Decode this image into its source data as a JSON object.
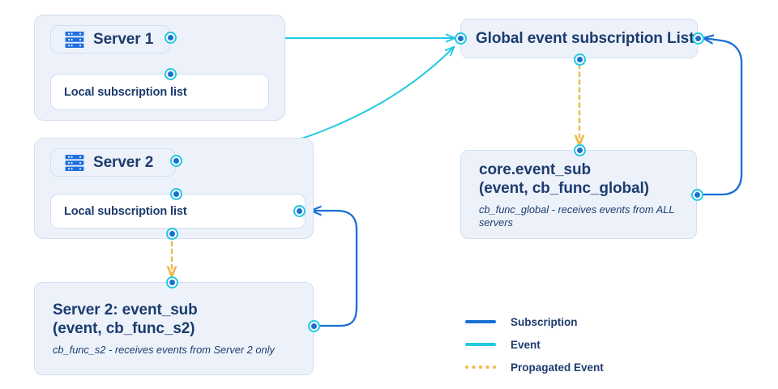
{
  "diagram": {
    "title": "Event subscription propagation diagram",
    "colors": {
      "subscription": "#1A6FD4",
      "event": "#22C9E0",
      "propagated_event": "#F0B94B",
      "panel_fill": "#EDF2FA",
      "panel_border": "#D3DFF0",
      "text": "#1D3C6E",
      "icon_blue": "#1F6FE0",
      "canvas": "#FFFFFF"
    }
  },
  "groups": [
    {
      "id": "server1-group",
      "name": "server-1-group"
    },
    {
      "id": "server2-group",
      "name": "server-2-group"
    }
  ],
  "nodes": {
    "server1": {
      "label": "Server 1",
      "icon": "server-icon",
      "local_list": "Local subscription list"
    },
    "server2": {
      "label": "Server 2",
      "icon": "server-icon",
      "local_list": "Local subscription list"
    },
    "global_list": {
      "label": "Global event subscription List"
    },
    "server2_sub": {
      "title_line1": "Server 2: event_sub",
      "title_line2": "(event, cb_func_s2)",
      "description": "cb_func_s2 - receives events from Server 2 only"
    },
    "core_sub": {
      "title_line1": "core.event_sub",
      "title_line2": "(event, cb_func_global)",
      "description": "cb_func_global - receives events from ALL servers"
    }
  },
  "legend": {
    "items": [
      {
        "label": "Subscription",
        "color": "#1A6FD4",
        "style": "solid"
      },
      {
        "label": "Event",
        "color": "#22C9E0",
        "style": "solid"
      },
      {
        "label": "Propagated Event",
        "color": "#F0B94B",
        "style": "dotted"
      }
    ]
  }
}
